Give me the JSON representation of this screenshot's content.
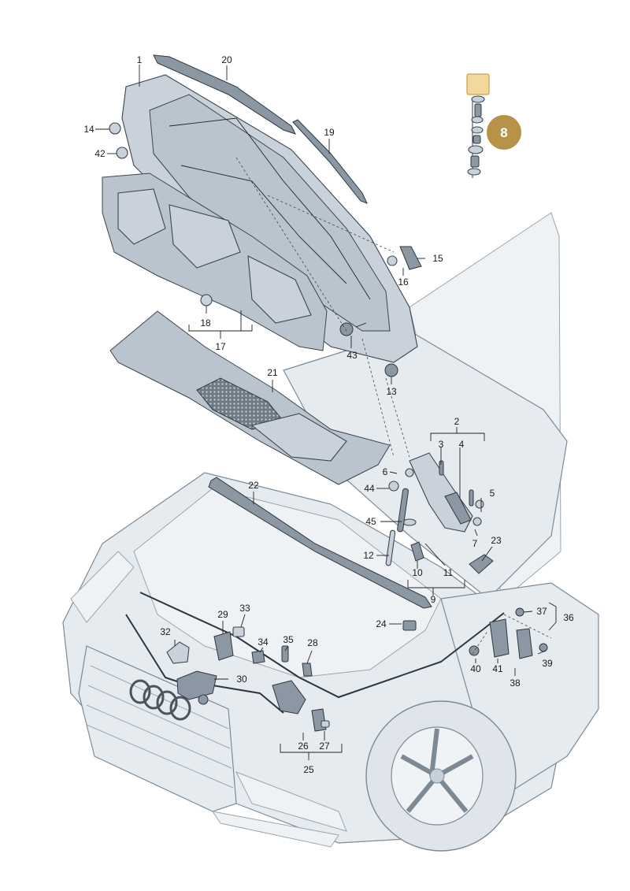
{
  "diagram": {
    "highlight_badge": "8",
    "callouts": {
      "c1": "1",
      "c2": "2",
      "c3": "3",
      "c4": "4",
      "c5": "5",
      "c6": "6",
      "c7": "7",
      "c9": "9",
      "c10": "10",
      "c11": "11",
      "c12": "12",
      "c13": "13",
      "c14": "14",
      "c15": "15",
      "c16": "16",
      "c17": "17",
      "c18": "18",
      "c19": "19",
      "c20": "20",
      "c21": "21",
      "c22": "22",
      "c23": "23",
      "c24": "24",
      "c25": "25",
      "c26": "26",
      "c27": "27",
      "c28": "28",
      "c29": "29",
      "c30": "30",
      "c32": "32",
      "c33": "33",
      "c34": "34",
      "c35": "35",
      "c36": "36",
      "c37": "37",
      "c38": "38",
      "c39": "39",
      "c40": "40",
      "c41": "41",
      "c42": "42",
      "c43": "43",
      "c44": "44",
      "c45": "45"
    }
  }
}
